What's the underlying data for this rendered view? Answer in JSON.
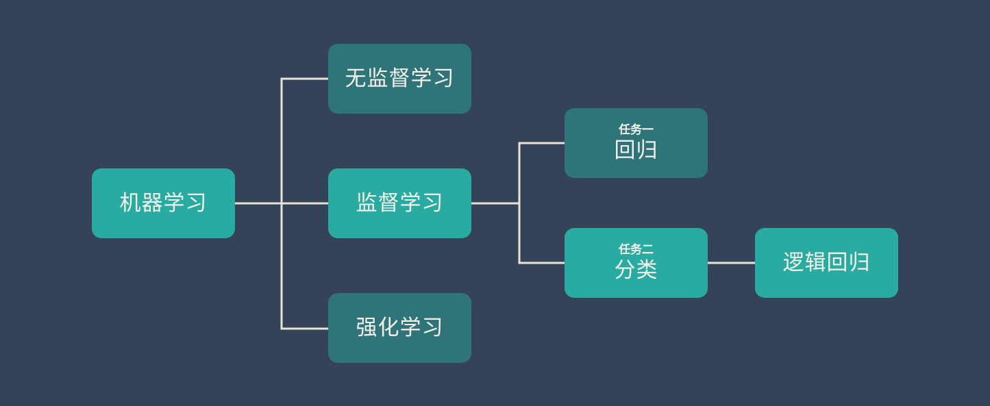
{
  "diagram": {
    "root": {
      "label": "机器学习"
    },
    "unsupervised": {
      "label": "无监督学习"
    },
    "supervised": {
      "label": "监督学习"
    },
    "reinforcement": {
      "label": "强化学习"
    },
    "task1": {
      "caption": "任务一",
      "label": "回归"
    },
    "task2": {
      "caption": "任务二",
      "label": "分类"
    },
    "logistic": {
      "label": "逻辑回归"
    }
  },
  "colors": {
    "background": "#344358",
    "node_highlight": "#29aba2",
    "node_secondary": "#2f7479",
    "connector": "#e8e4dc",
    "text": "#f4f1ea"
  }
}
